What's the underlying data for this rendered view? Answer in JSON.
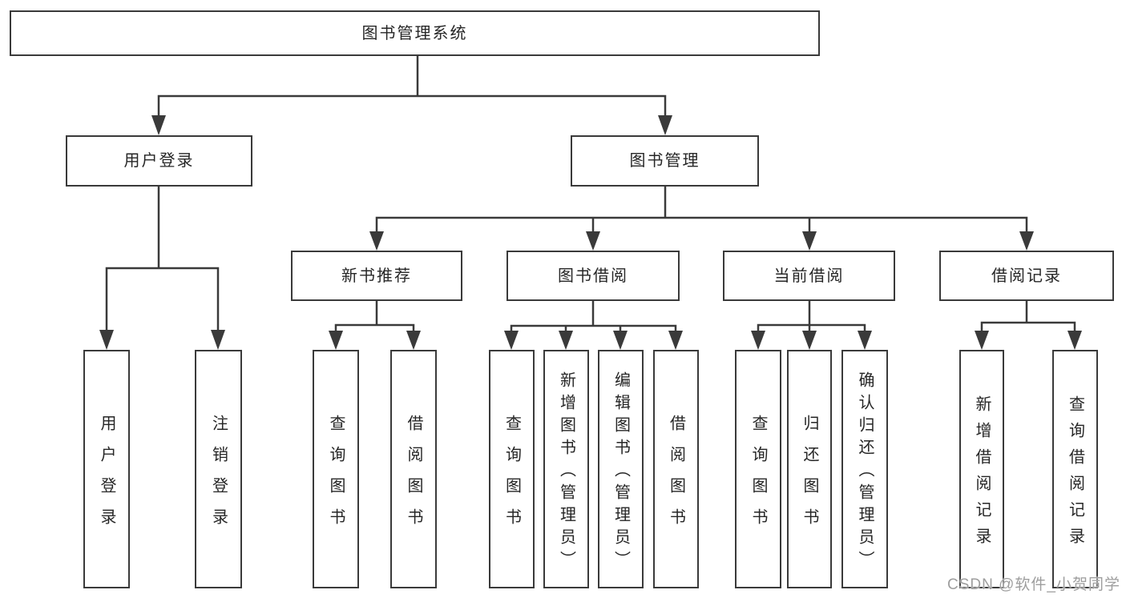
{
  "diagram": {
    "type": "tree-function-structure",
    "title": "图书管理系统",
    "colors": {
      "line": "#3a3a3a",
      "box_border": "#3a3a3a",
      "box_fill": "#ffffff",
      "text": "#262626",
      "watermark_text": "#9e9e9e",
      "background": "#ffffff"
    },
    "nodes": {
      "root": {
        "label": "图书管理系统"
      },
      "user_login": {
        "label": "用户登录"
      },
      "book_mgmt": {
        "label": "图书管理"
      },
      "new_book_rec": {
        "label": "新书推荐"
      },
      "book_borrow": {
        "label": "图书借阅"
      },
      "current_borrow": {
        "label": "当前借阅"
      },
      "borrow_records": {
        "label": "借阅记录"
      },
      "leaf_user_login": {
        "label": "用户登录"
      },
      "leaf_logout": {
        "label": "注销登录"
      },
      "leaf_nb_query": {
        "label": "查询图书"
      },
      "leaf_nb_borrow": {
        "label": "借阅图书"
      },
      "leaf_bb_query": {
        "label": "查询图书"
      },
      "leaf_bb_add": {
        "label": "新增图书（管理员）"
      },
      "leaf_bb_edit": {
        "label": "编辑图书（管理员）"
      },
      "leaf_bb_borrow": {
        "label": "借阅图书"
      },
      "leaf_cb_query": {
        "label": "查询图书"
      },
      "leaf_cb_return": {
        "label": "归还图书"
      },
      "leaf_cb_confirm": {
        "label": "确认归还（管理员）"
      },
      "leaf_br_add": {
        "label": "新增借阅记录"
      },
      "leaf_br_query": {
        "label": "查询借阅记录"
      }
    },
    "hierarchy": {
      "root": [
        "user_login",
        "book_mgmt"
      ],
      "user_login": [
        "leaf_user_login",
        "leaf_logout"
      ],
      "book_mgmt": [
        "new_book_rec",
        "book_borrow",
        "current_borrow",
        "borrow_records"
      ],
      "new_book_rec": [
        "leaf_nb_query",
        "leaf_nb_borrow"
      ],
      "book_borrow": [
        "leaf_bb_query",
        "leaf_bb_add",
        "leaf_bb_edit",
        "leaf_bb_borrow"
      ],
      "current_borrow": [
        "leaf_cb_query",
        "leaf_cb_return",
        "leaf_cb_confirm"
      ],
      "borrow_records": [
        "leaf_br_add",
        "leaf_br_query"
      ]
    },
    "watermark": {
      "text": "CSDN @软件_小贺同学"
    }
  }
}
